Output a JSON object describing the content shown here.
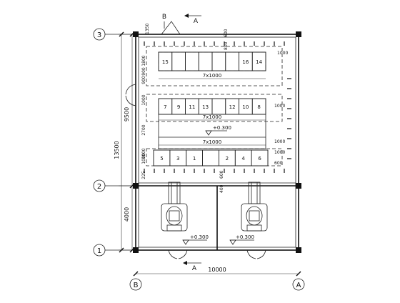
{
  "drawing": {
    "grid_rows": [
      "3",
      "2",
      "1"
    ],
    "grid_cols": [
      "B",
      "A"
    ],
    "section_marks": {
      "top_left": "B",
      "top_right": "A",
      "bottom": "A"
    },
    "dims_left": {
      "total": "13500",
      "upper": "9500",
      "lower": "4000"
    },
    "dims_bottom": {
      "total": "10000"
    },
    "dims_upper_small": [
      "1350",
      "600",
      "800",
      "600",
      "1000"
    ],
    "rows": {
      "top": {
        "cells": [
          "15",
          "",
          "",
          "",
          "",
          "",
          "16",
          "14"
        ],
        "span": "7x1000"
      },
      "middle": {
        "cells": [
          "7",
          "9",
          "11",
          "13",
          "",
          "12",
          "10",
          "8"
        ],
        "span": "7x1000"
      },
      "bottom": {
        "cells": [
          "5",
          "3",
          "1",
          "",
          "2",
          "4",
          "6"
        ],
        "span": "7x1000"
      }
    },
    "left_small_dims": [
      "1800",
      "900",
      "900",
      "1000",
      "2700",
      "1000",
      "1000",
      "225"
    ],
    "right_small_dims": [
      "1000",
      "1000",
      "1000",
      "600"
    ],
    "elevations": {
      "main": "+0.300",
      "bottom_left": "+0.300",
      "bottom_right": "+0.300"
    },
    "middle_dims": [
      "400",
      "600",
      "400"
    ]
  }
}
